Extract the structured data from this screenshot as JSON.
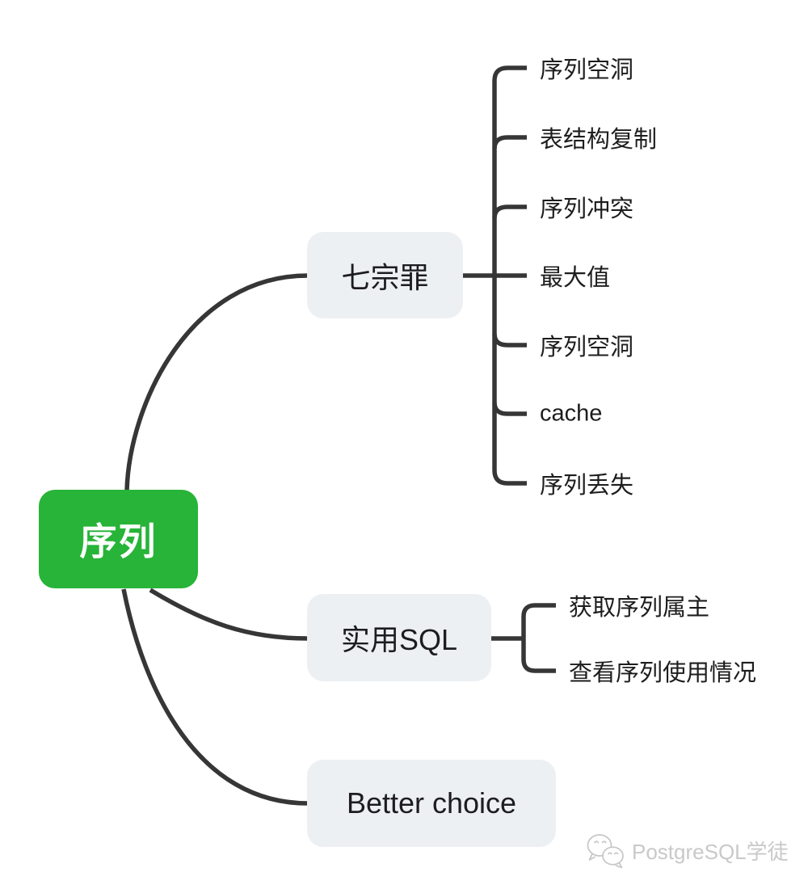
{
  "mindmap": {
    "root": {
      "label": "序列"
    },
    "branches": [
      {
        "label": "七宗罪",
        "children": [
          "序列空洞",
          "表结构复制",
          "序列冲突",
          "最大值",
          "序列空洞",
          "cache",
          "序列丢失"
        ]
      },
      {
        "label": "实用SQL",
        "children": [
          "获取序列属主",
          "查看序列使用情况"
        ]
      },
      {
        "label": "Better choice",
        "children": []
      }
    ]
  },
  "watermark": {
    "label": "PostgreSQL学徒",
    "icon": "wechat-icon"
  },
  "colors": {
    "root_bg": "#27b438",
    "root_text": "#ffffff",
    "branch_bg": "#edf0f3",
    "node_text": "#1d1d1f",
    "connector": "#363636",
    "watermark_text": "#c9c9c9",
    "background": "#ffffff"
  }
}
